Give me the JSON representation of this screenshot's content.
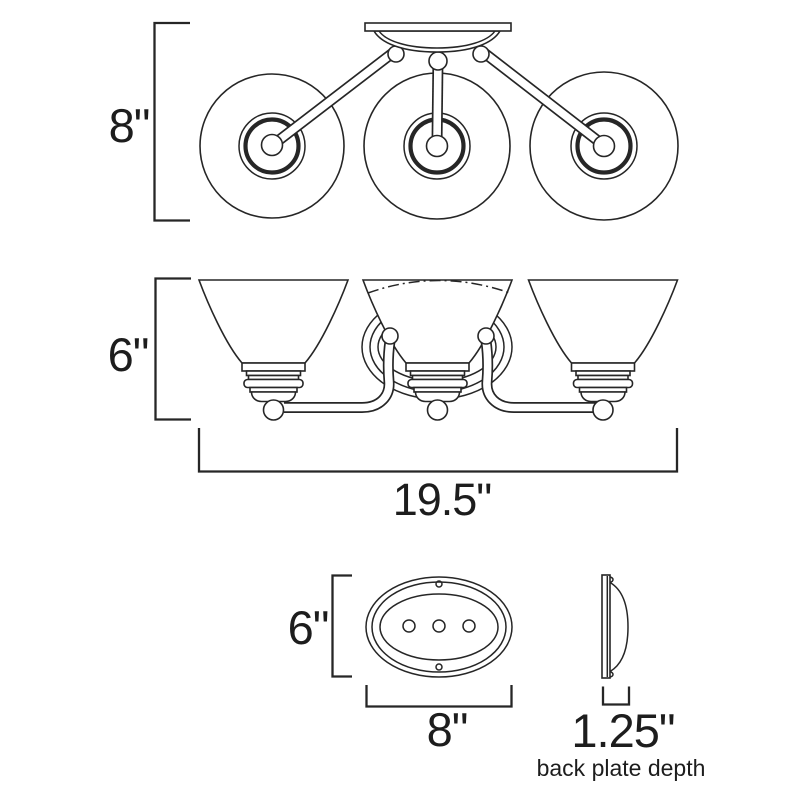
{
  "colors": {
    "background": "#ffffff",
    "line": "#262626",
    "text": "#1d1d1d"
  },
  "views": {
    "top": {
      "height_label": "8\""
    },
    "front": {
      "height_label": "6\"",
      "width_label": "19.5\""
    },
    "backplate_front": {
      "height_label": "6\"",
      "width_label": "8\""
    },
    "backplate_side": {
      "depth_label": "1.25\"",
      "caption": "back plate depth"
    }
  }
}
